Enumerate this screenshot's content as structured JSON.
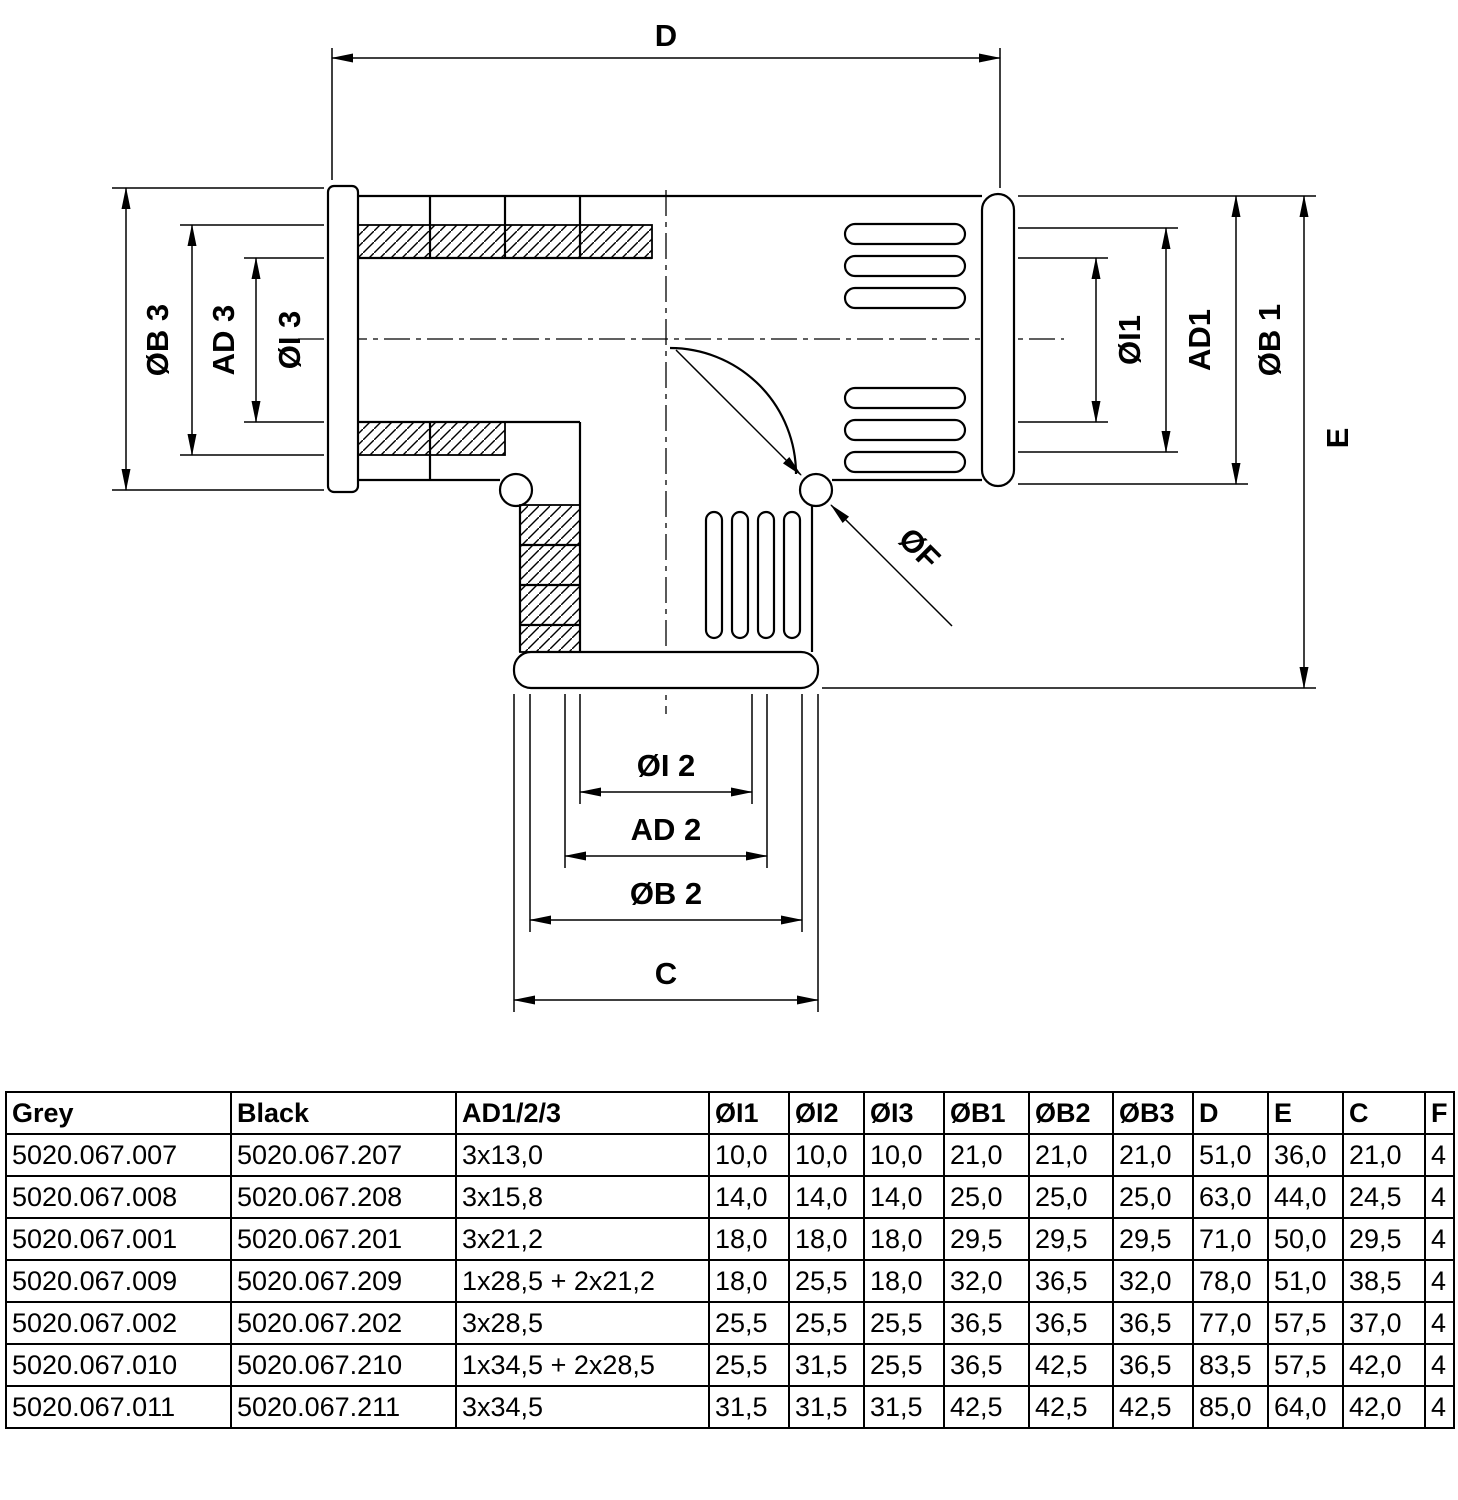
{
  "diagram": {
    "labels": {
      "d": "D",
      "b3": "ØB 3",
      "ad3": "AD 3",
      "i3": "ØI 3",
      "i1": "ØI1",
      "ad1": "AD1",
      "b1": "ØB 1",
      "e": "E",
      "f": "ØF",
      "i2": "ØI 2",
      "ad2": "AD 2",
      "b2": "ØB 2",
      "c": "C"
    }
  },
  "table": {
    "headers": [
      "Grey",
      "Black",
      "AD1/2/3",
      "ØI1",
      "ØI2",
      "ØI3",
      "ØB1",
      "ØB2",
      "ØB3",
      "D",
      "E",
      "C",
      "F"
    ],
    "rows": [
      [
        "5020.067.007",
        "5020.067.207",
        "3x13,0",
        "10,0",
        "10,0",
        "10,0",
        "21,0",
        "21,0",
        "21,0",
        "51,0",
        "36,0",
        "21,0",
        "4"
      ],
      [
        "5020.067.008",
        "5020.067.208",
        "3x15,8",
        "14,0",
        "14,0",
        "14,0",
        "25,0",
        "25,0",
        "25,0",
        "63,0",
        "44,0",
        "24,5",
        "4"
      ],
      [
        "5020.067.001",
        "5020.067.201",
        "3x21,2",
        "18,0",
        "18,0",
        "18,0",
        "29,5",
        "29,5",
        "29,5",
        "71,0",
        "50,0",
        "29,5",
        "4"
      ],
      [
        "5020.067.009",
        "5020.067.209",
        "1x28,5 + 2x21,2",
        "18,0",
        "25,5",
        "18,0",
        "32,0",
        "36,5",
        "32,0",
        "78,0",
        "51,0",
        "38,5",
        "4"
      ],
      [
        "5020.067.002",
        "5020.067.202",
        "3x28,5",
        "25,5",
        "25,5",
        "25,5",
        "36,5",
        "36,5",
        "36,5",
        "77,0",
        "57,5",
        "37,0",
        "4"
      ],
      [
        "5020.067.010",
        "5020.067.210",
        "1x34,5 + 2x28,5",
        "25,5",
        "31,5",
        "25,5",
        "36,5",
        "42,5",
        "36,5",
        "83,5",
        "57,5",
        "42,0",
        "4"
      ],
      [
        "5020.067.011",
        "5020.067.211",
        "3x34,5",
        "31,5",
        "31,5",
        "31,5",
        "42,5",
        "42,5",
        "42,5",
        "85,0",
        "64,0",
        "42,0",
        "4"
      ]
    ]
  }
}
